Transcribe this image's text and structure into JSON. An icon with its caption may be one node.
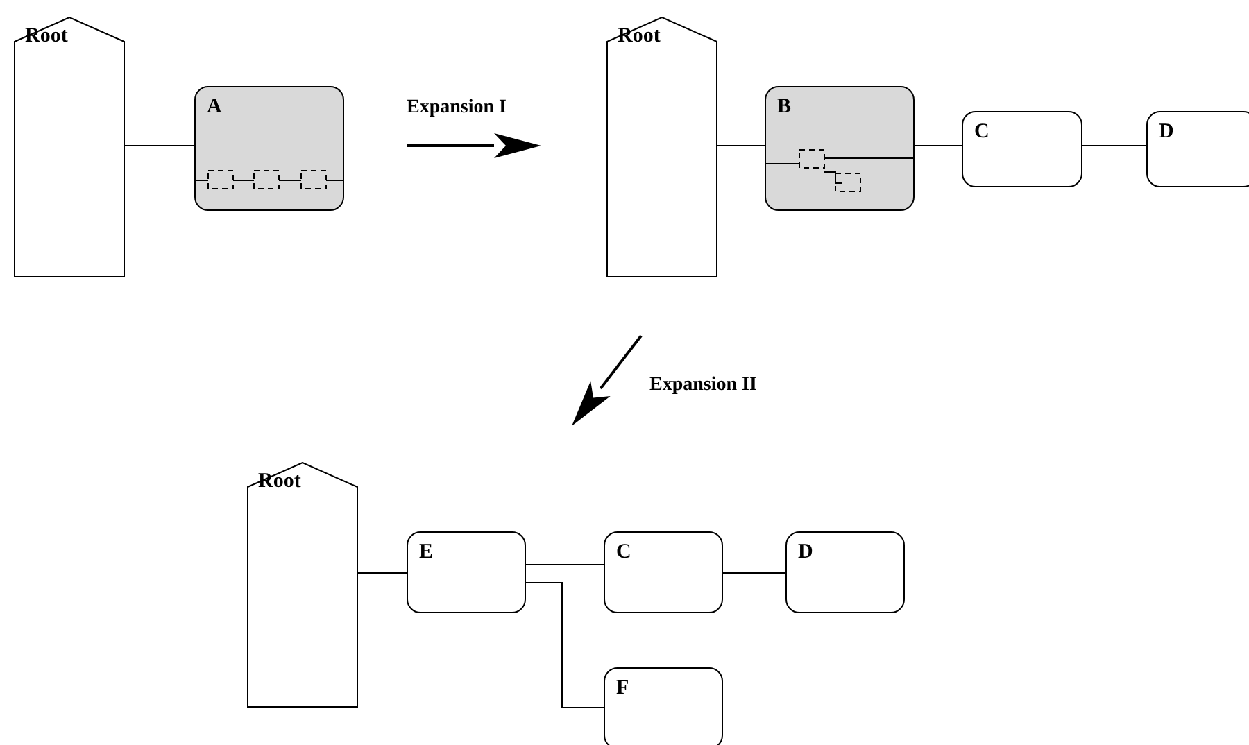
{
  "diagram": {
    "nodes": [
      {
        "text": [
          "Root"
        ]
      },
      {
        "text": [
          "A"
        ]
      },
      {
        "text": [
          "Root"
        ]
      },
      {
        "text": [
          "B"
        ]
      },
      {
        "text": [
          "C"
        ]
      },
      {
        "text": [
          "D"
        ]
      },
      {
        "text": [
          "Root"
        ]
      },
      {
        "text": [
          "E"
        ]
      },
      {
        "text": [
          "C"
        ]
      },
      {
        "text": [
          "D"
        ]
      },
      {
        "text": [
          "F"
        ]
      }
    ],
    "edges": [
      {
        "from": 0,
        "to": 1,
        "arrow": "none"
      },
      {
        "from": 2,
        "to": 3,
        "arrow": "none"
      },
      {
        "from": 3,
        "to": 4,
        "arrow": "none"
      },
      {
        "from": 4,
        "to": 5,
        "arrow": "none"
      },
      {
        "from": 6,
        "to": 7,
        "arrow": "none"
      },
      {
        "from": 7,
        "to": 8,
        "arrow": "none"
      },
      {
        "from": 8,
        "to": 9,
        "arrow": "none"
      },
      {
        "from": 7,
        "to": 10,
        "arrow": "none"
      }
    ],
    "labels": [
      "Expansion I",
      "Expansion II"
    ]
  }
}
